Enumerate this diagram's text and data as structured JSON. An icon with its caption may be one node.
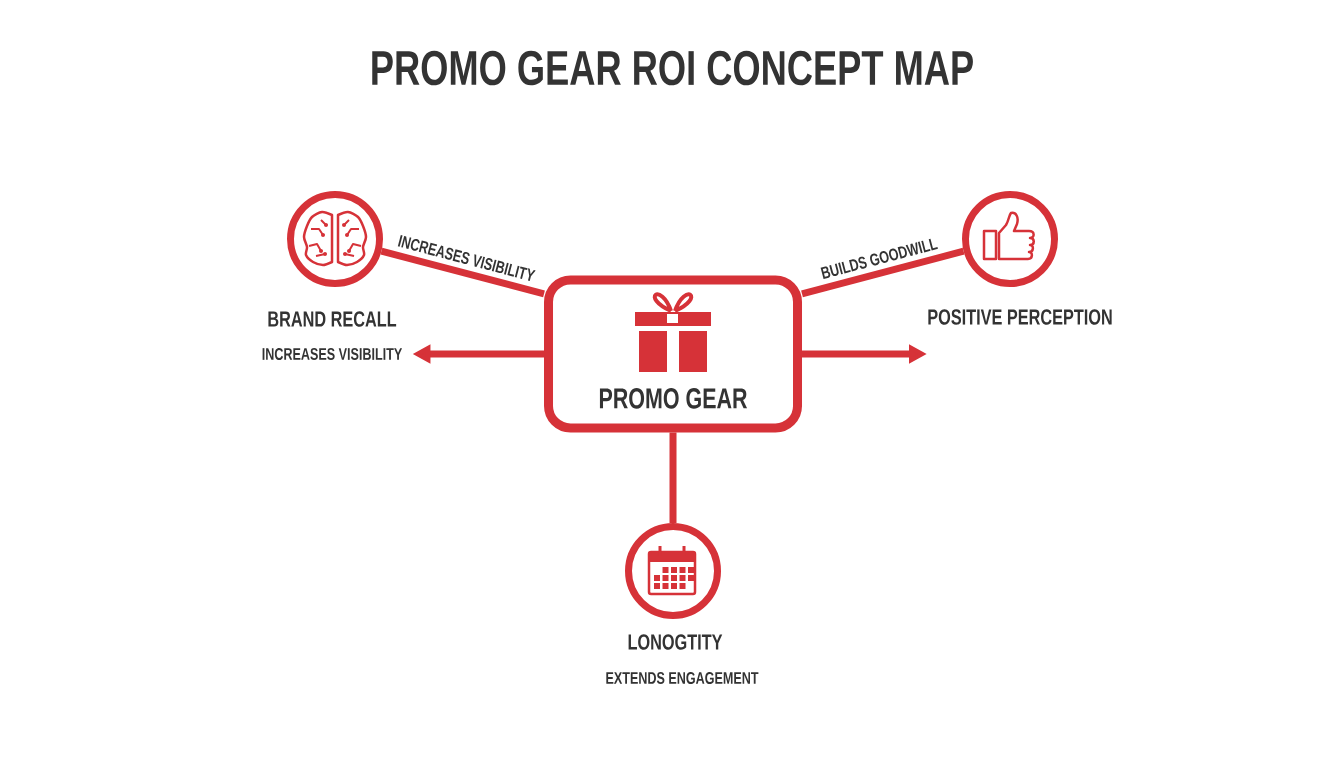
{
  "diagram": {
    "title": "PROMO GEAR ROI CONCEPT MAP",
    "nodes": [
      {
        "text": [
          "PROMO GEAR"
        ]
      },
      {
        "text": [
          "BRAND RECALL"
        ]
      },
      {
        "text": [
          "POSITIVE PERCEPTION"
        ]
      },
      {
        "text": [
          "LONOGTITY"
        ],
        "beside": [
          "EXTENDS ENGAGEMENT"
        ]
      },
      {
        "text": [
          "INCREASES VISIBILITY"
        ]
      }
    ],
    "edges": [
      {
        "from": 0,
        "to": 1,
        "arrow": "none",
        "label": "INCREASES VISIBILITY"
      },
      {
        "from": 0,
        "to": 2,
        "arrow": "none",
        "label": "BUILDS GOODWILL"
      },
      {
        "from": 0,
        "to": 3,
        "arrow": "none"
      },
      {
        "from": 0,
        "to": 4,
        "arrow": "to"
      },
      {
        "from": 0,
        "to": null,
        "arrow": "to"
      }
    ]
  }
}
